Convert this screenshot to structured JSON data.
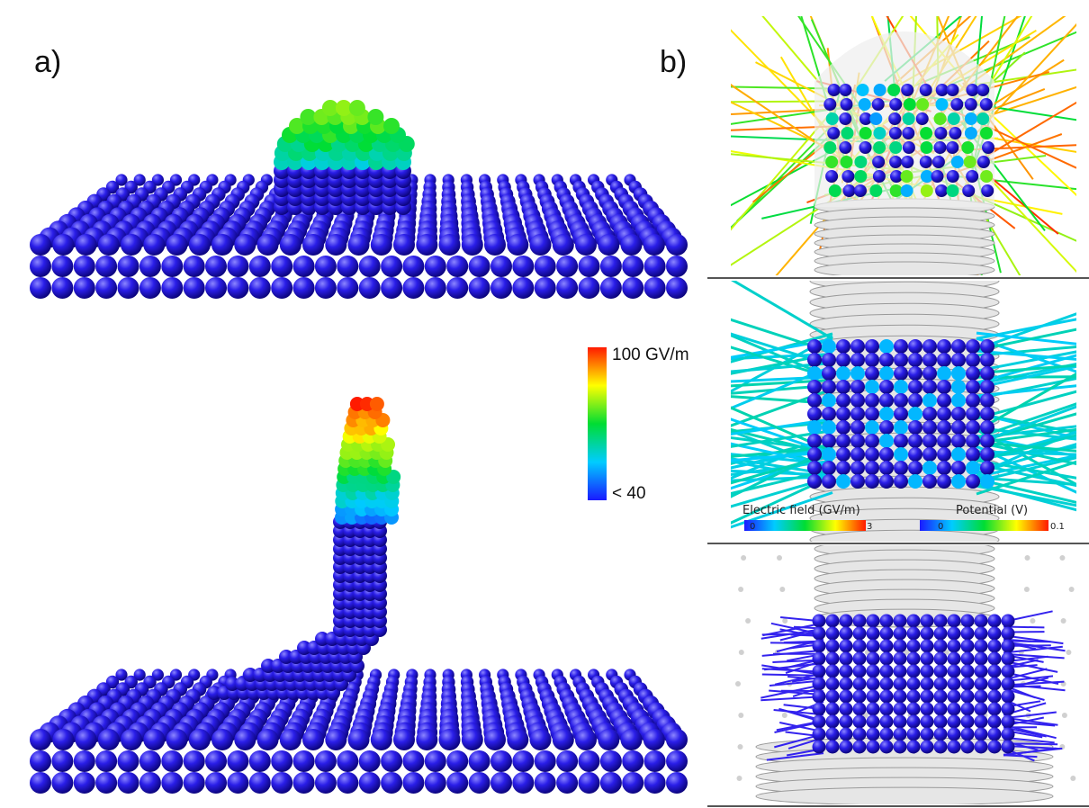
{
  "panels": {
    "a": {
      "label": "a)"
    },
    "b": {
      "label": "b)"
    }
  },
  "colorbar_main": {
    "max_label": "100 GV/m",
    "min_label": "< 40",
    "colors": [
      "#ff1a00",
      "#ffff00",
      "#00dd33",
      "#00ccff",
      "#1a1aff"
    ]
  },
  "panel_b_middle": {
    "field_title": "Electric field (GV/m)",
    "field_min": "0",
    "field_max": "3",
    "potential_title": "Potential (V)",
    "potential_min": "0",
    "potential_max": "0.1"
  },
  "colors": {
    "atom_blue": "#2a1ee8",
    "atom_gray": "#d8d8d8",
    "divider": "#555555"
  }
}
